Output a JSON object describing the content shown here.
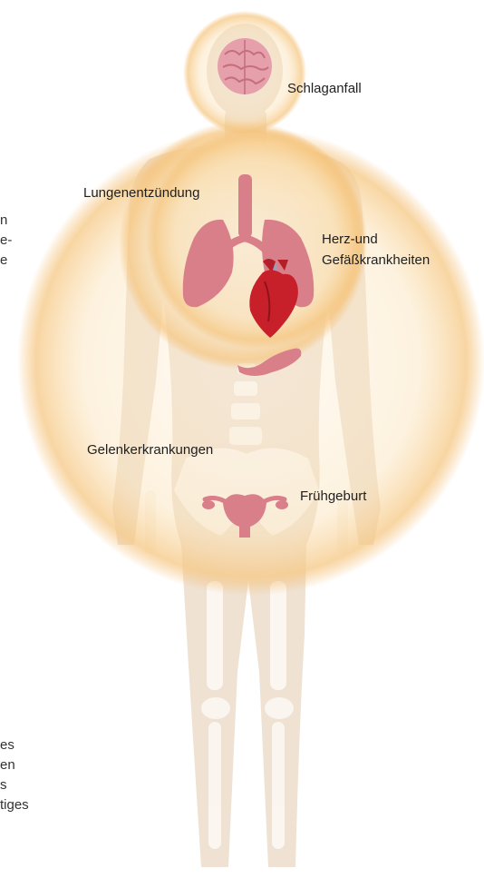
{
  "colors": {
    "body_silhouette": "#efe2d3",
    "bone": "#fbf7f1",
    "halo": "#f4c27a",
    "organ_pink": "#d97f8a",
    "heart_red": "#c8202a",
    "vessel_blue": "#9a9cc0",
    "text": "#1f1f1f"
  },
  "labels": {
    "stroke": "Schlaganfall",
    "pneumonia": "Lungenentzündung",
    "cardio_line1": "Herz-und",
    "cardio_line2": "Gefäßkrankheiten",
    "joint": "Gelenkerkrankungen",
    "preterm": "Frühgeburt"
  },
  "cropped_text": {
    "left_top": [
      "n",
      "e-",
      "e"
    ],
    "left_bottom": [
      "es",
      "en",
      "s",
      "tiges"
    ]
  },
  "icons": {
    "brain": "brain-icon",
    "lungs": "lungs-icon",
    "heart": "heart-icon",
    "pancreas": "pancreas-icon",
    "uterus": "uterus-icon",
    "body": "human-body-silhouette"
  }
}
